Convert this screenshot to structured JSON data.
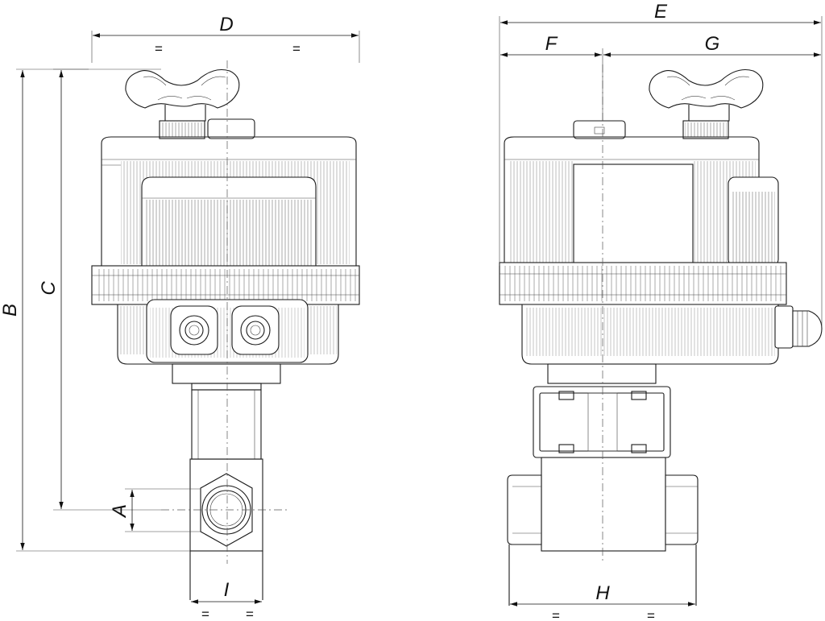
{
  "dimensions": {
    "A": "A",
    "B": "B",
    "C": "C",
    "D": "D",
    "E": "E",
    "F": "F",
    "G": "G",
    "H": "H",
    "I": "I"
  },
  "equal_mark": "="
}
